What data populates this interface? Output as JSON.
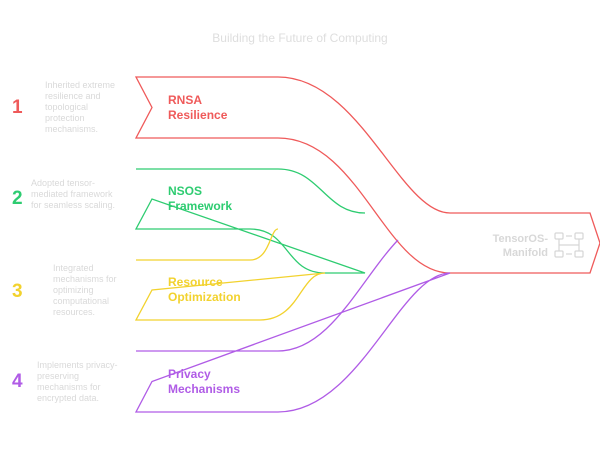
{
  "title": "Building the Future of Computing",
  "items": [
    {
      "num": "1",
      "label_l1": "RNSA",
      "label_l2": "Resilience",
      "color": "#ef5a5a",
      "desc": "Inherited extreme resilience and topological protection mechanisms."
    },
    {
      "num": "2",
      "label_l1": "NSOS",
      "label_l2": "Framework",
      "color": "#2ecc71",
      "desc": "Adopted tensor-mediated framework for seamless scaling."
    },
    {
      "num": "3",
      "label_l1": "Resource",
      "label_l2": "Optimization",
      "color": "#f2d22e",
      "desc": "Integrated mechanisms for optimizing computational resources."
    },
    {
      "num": "4",
      "label_l1": "Privacy",
      "label_l2": "Mechanisms",
      "color": "#b05ce6",
      "desc": "Implements privacy-preserving mechanisms for encrypted data."
    }
  ],
  "target": {
    "line1": "TensorOS-",
    "line2": "Manifold",
    "icon": "network-nodes-icon"
  }
}
